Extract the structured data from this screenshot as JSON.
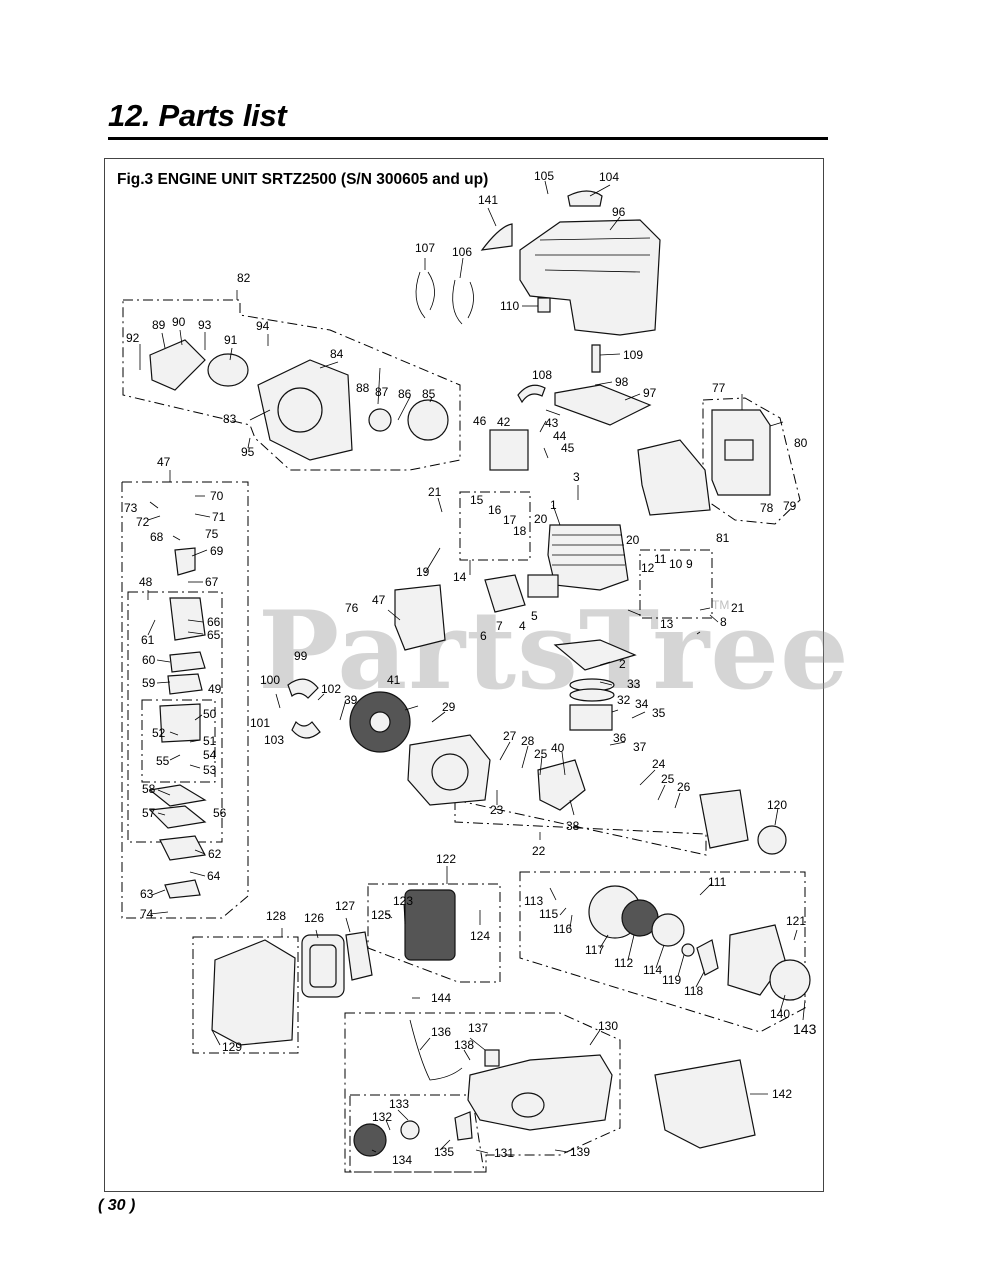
{
  "header": {
    "section_title": "12. Parts list"
  },
  "figure": {
    "caption": "Fig.3 ENGINE UNIT  SRTZ2500 (S/N 300605 and up)"
  },
  "watermark": {
    "text": "PartsTree",
    "tm": "TM"
  },
  "footer": {
    "page_number": "( 30 )"
  },
  "callouts": [
    {
      "id": "c1",
      "text": "1"
    },
    {
      "id": "c2",
      "text": "2"
    },
    {
      "id": "c3",
      "text": "3"
    },
    {
      "id": "c4",
      "text": "4"
    },
    {
      "id": "c5",
      "text": "5"
    },
    {
      "id": "c6",
      "text": "6"
    },
    {
      "id": "c7",
      "text": "7"
    },
    {
      "id": "c8",
      "text": "8"
    },
    {
      "id": "c9",
      "text": "9"
    },
    {
      "id": "c10",
      "text": "10"
    },
    {
      "id": "c11",
      "text": "11"
    },
    {
      "id": "c12",
      "text": "12"
    },
    {
      "id": "c13",
      "text": "13"
    },
    {
      "id": "c14",
      "text": "14"
    },
    {
      "id": "c15",
      "text": "15"
    },
    {
      "id": "c16",
      "text": "16"
    },
    {
      "id": "c17",
      "text": "17"
    },
    {
      "id": "c18",
      "text": "18"
    },
    {
      "id": "c19",
      "text": "19"
    },
    {
      "id": "c20a",
      "text": "20"
    },
    {
      "id": "c20b",
      "text": "20"
    },
    {
      "id": "c21a",
      "text": "21"
    },
    {
      "id": "c21b",
      "text": "21"
    },
    {
      "id": "c22",
      "text": "22"
    },
    {
      "id": "c23",
      "text": "23"
    },
    {
      "id": "c24",
      "text": "24"
    },
    {
      "id": "c25a",
      "text": "25"
    },
    {
      "id": "c25b",
      "text": "25"
    },
    {
      "id": "c26",
      "text": "26"
    },
    {
      "id": "c27",
      "text": "27"
    },
    {
      "id": "c28",
      "text": "28"
    },
    {
      "id": "c29",
      "text": "29"
    },
    {
      "id": "c32",
      "text": "32"
    },
    {
      "id": "c33",
      "text": "33"
    },
    {
      "id": "c34",
      "text": "34"
    },
    {
      "id": "c35",
      "text": "35"
    },
    {
      "id": "c36",
      "text": "36"
    },
    {
      "id": "c37",
      "text": "37"
    },
    {
      "id": "c38",
      "text": "38"
    },
    {
      "id": "c39",
      "text": "39"
    },
    {
      "id": "c40",
      "text": "40"
    },
    {
      "id": "c41",
      "text": "41"
    },
    {
      "id": "c42",
      "text": "42"
    },
    {
      "id": "c43",
      "text": "43"
    },
    {
      "id": "c44",
      "text": "44"
    },
    {
      "id": "c45",
      "text": "45"
    },
    {
      "id": "c46",
      "text": "46"
    },
    {
      "id": "c47a",
      "text": "47"
    },
    {
      "id": "c47b",
      "text": "47"
    },
    {
      "id": "c48",
      "text": "48"
    },
    {
      "id": "c49",
      "text": "49"
    },
    {
      "id": "c50",
      "text": "50"
    },
    {
      "id": "c51",
      "text": "51"
    },
    {
      "id": "c52",
      "text": "52"
    },
    {
      "id": "c53",
      "text": "53"
    },
    {
      "id": "c54",
      "text": "54"
    },
    {
      "id": "c55",
      "text": "55"
    },
    {
      "id": "c56",
      "text": "56"
    },
    {
      "id": "c57",
      "text": "57"
    },
    {
      "id": "c58",
      "text": "58"
    },
    {
      "id": "c59",
      "text": "59"
    },
    {
      "id": "c60",
      "text": "60"
    },
    {
      "id": "c61",
      "text": "61"
    },
    {
      "id": "c62",
      "text": "62"
    },
    {
      "id": "c63",
      "text": "63"
    },
    {
      "id": "c64",
      "text": "64"
    },
    {
      "id": "c65",
      "text": "65"
    },
    {
      "id": "c66",
      "text": "66"
    },
    {
      "id": "c67",
      "text": "67"
    },
    {
      "id": "c68",
      "text": "68"
    },
    {
      "id": "c69",
      "text": "69"
    },
    {
      "id": "c70",
      "text": "70"
    },
    {
      "id": "c71",
      "text": "71"
    },
    {
      "id": "c72",
      "text": "72"
    },
    {
      "id": "c73",
      "text": "73"
    },
    {
      "id": "c74",
      "text": "74"
    },
    {
      "id": "c75",
      "text": "75"
    },
    {
      "id": "c76",
      "text": "76"
    },
    {
      "id": "c77",
      "text": "77"
    },
    {
      "id": "c78",
      "text": "78"
    },
    {
      "id": "c79",
      "text": "79"
    },
    {
      "id": "c80",
      "text": "80"
    },
    {
      "id": "c81",
      "text": "81"
    },
    {
      "id": "c82",
      "text": "82"
    },
    {
      "id": "c83",
      "text": "83"
    },
    {
      "id": "c84",
      "text": "84"
    },
    {
      "id": "c85",
      "text": "85"
    },
    {
      "id": "c86",
      "text": "86"
    },
    {
      "id": "c87",
      "text": "87"
    },
    {
      "id": "c88",
      "text": "88"
    },
    {
      "id": "c89",
      "text": "89"
    },
    {
      "id": "c90",
      "text": "90"
    },
    {
      "id": "c91",
      "text": "91"
    },
    {
      "id": "c92",
      "text": "92"
    },
    {
      "id": "c93",
      "text": "93"
    },
    {
      "id": "c94",
      "text": "94"
    },
    {
      "id": "c95",
      "text": "95"
    },
    {
      "id": "c96",
      "text": "96"
    },
    {
      "id": "c97",
      "text": "97"
    },
    {
      "id": "c98",
      "text": "98"
    },
    {
      "id": "c99",
      "text": "99"
    },
    {
      "id": "c100",
      "text": "100"
    },
    {
      "id": "c101",
      "text": "101"
    },
    {
      "id": "c102",
      "text": "102"
    },
    {
      "id": "c103",
      "text": "103"
    },
    {
      "id": "c104",
      "text": "104"
    },
    {
      "id": "c105",
      "text": "105"
    },
    {
      "id": "c106",
      "text": "106"
    },
    {
      "id": "c107",
      "text": "107"
    },
    {
      "id": "c108",
      "text": "108"
    },
    {
      "id": "c109",
      "text": "109"
    },
    {
      "id": "c110",
      "text": "110"
    },
    {
      "id": "c111",
      "text": "111"
    },
    {
      "id": "c112",
      "text": "112"
    },
    {
      "id": "c113",
      "text": "113"
    },
    {
      "id": "c114",
      "text": "114"
    },
    {
      "id": "c115",
      "text": "115"
    },
    {
      "id": "c116",
      "text": "116"
    },
    {
      "id": "c117",
      "text": "117"
    },
    {
      "id": "c118",
      "text": "118"
    },
    {
      "id": "c119",
      "text": "119"
    },
    {
      "id": "c120",
      "text": "120"
    },
    {
      "id": "c121",
      "text": "121"
    },
    {
      "id": "c122",
      "text": "122"
    },
    {
      "id": "c123",
      "text": "123"
    },
    {
      "id": "c124",
      "text": "124"
    },
    {
      "id": "c125",
      "text": "125"
    },
    {
      "id": "c126",
      "text": "126"
    },
    {
      "id": "c127",
      "text": "127"
    },
    {
      "id": "c128",
      "text": "128"
    },
    {
      "id": "c129",
      "text": "129"
    },
    {
      "id": "c130",
      "text": "130"
    },
    {
      "id": "c131",
      "text": "131"
    },
    {
      "id": "c132",
      "text": "132"
    },
    {
      "id": "c133",
      "text": "133"
    },
    {
      "id": "c134",
      "text": "134"
    },
    {
      "id": "c135",
      "text": "135"
    },
    {
      "id": "c136",
      "text": "136"
    },
    {
      "id": "c137",
      "text": "137"
    },
    {
      "id": "c138",
      "text": "138"
    },
    {
      "id": "c139",
      "text": "139"
    },
    {
      "id": "c140",
      "text": "140"
    },
    {
      "id": "c141",
      "text": "141"
    },
    {
      "id": "c142",
      "text": "142"
    },
    {
      "id": "c143",
      "text": "143"
    },
    {
      "id": "c144",
      "text": "144"
    }
  ]
}
